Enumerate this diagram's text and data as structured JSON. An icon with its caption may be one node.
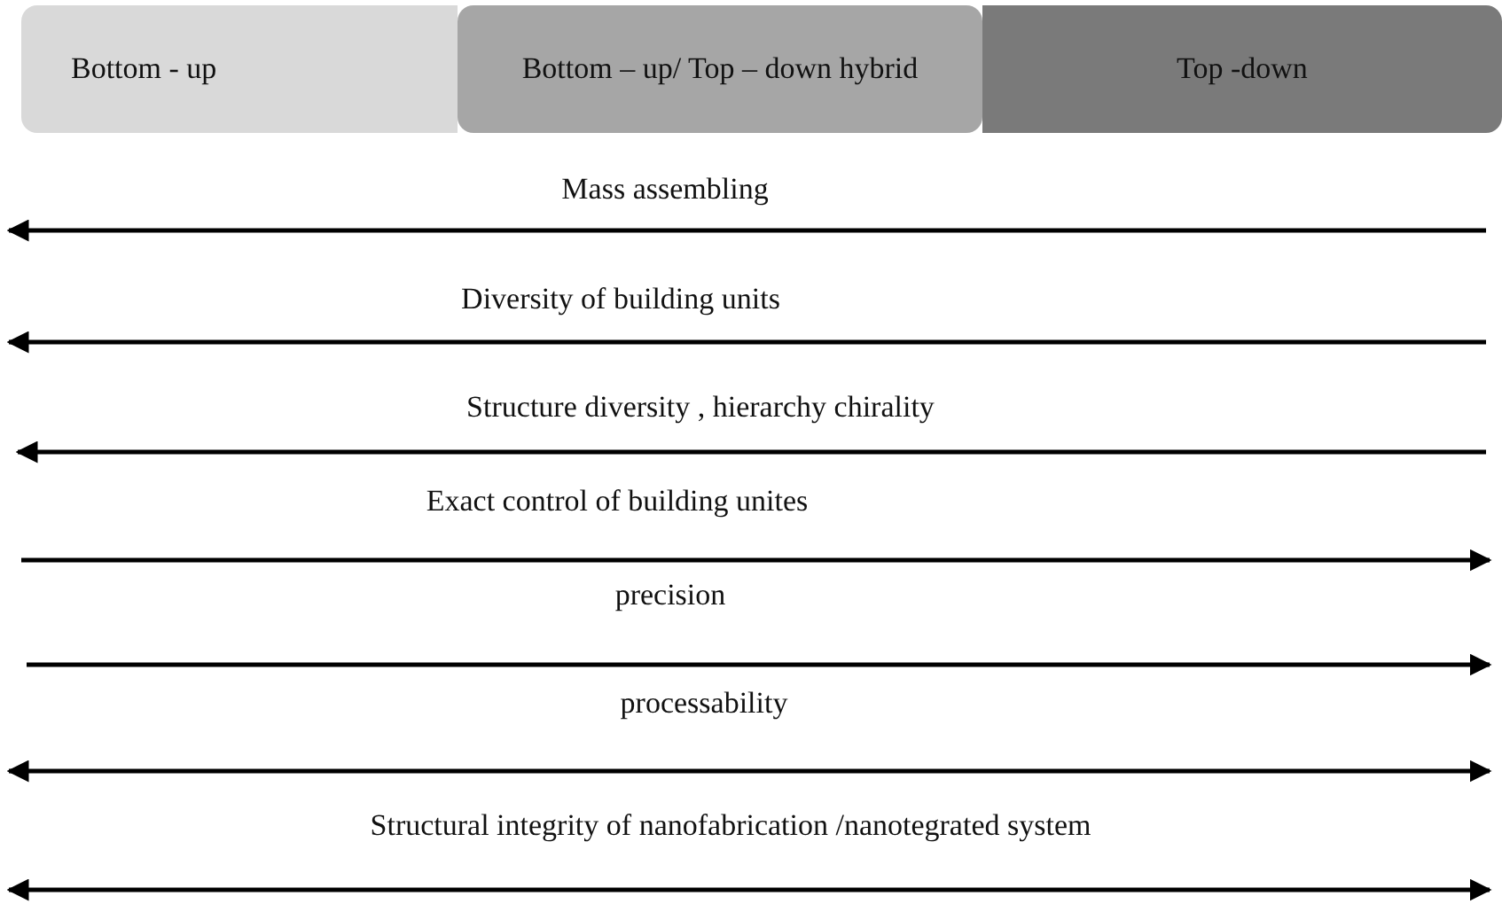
{
  "diagram": {
    "nodes": [
      {
        "text": [
          "Bottom - up"
        ]
      },
      {
        "text": [
          "Bottom – up/ Top – down hybrid"
        ]
      },
      {
        "text": [
          "Top -down"
        ]
      }
    ],
    "labels": [
      "Mass assembling",
      "Diversity of building units",
      "Structure diversity , hierarchy chirality",
      "Exact control of building unites",
      "precision",
      "processability",
      "Structural integrity of nanofabrication /nanotegrated system"
    ]
  }
}
